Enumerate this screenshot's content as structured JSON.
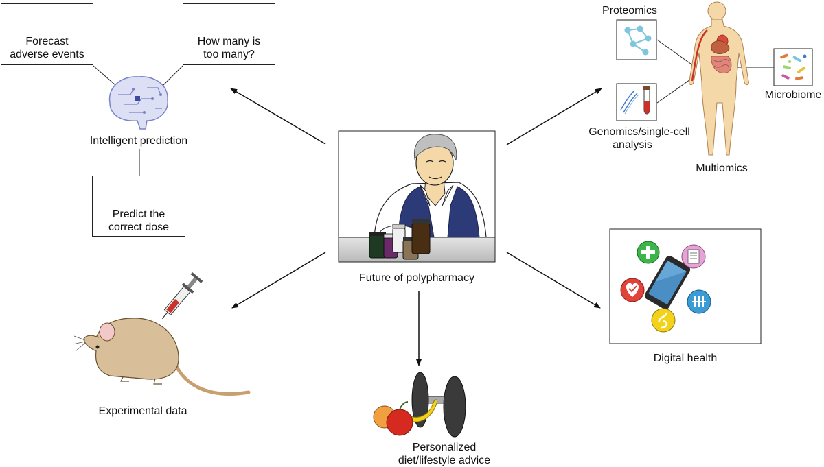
{
  "center": {
    "label": "Future of polypharmacy"
  },
  "prediction": {
    "label": "Intelligent prediction",
    "items": [
      {
        "line1": "Forecast",
        "line2": "adverse events"
      },
      {
        "line1": "How many is",
        "line2": "too many?"
      },
      {
        "line1": "Predict the",
        "line2": "correct dose"
      }
    ]
  },
  "multiomics": {
    "label": "Multiomics",
    "proteomics": "Proteomics",
    "genomics_line1": "Genomics/single-cell",
    "genomics_line2": "analysis",
    "microbiome": "Microbiome"
  },
  "digital_health": {
    "label": "Digital health"
  },
  "experimental": {
    "label": "Experimental data"
  },
  "lifestyle": {
    "line1": "Personalized",
    "line2": "diet/lifestyle advice"
  },
  "colors": {
    "skin": "#f5d8a8",
    "vest": "#2d3a78",
    "mouse": "#d8bf9a",
    "brain": "#7a82c8",
    "green_badge": "#3cb54a",
    "red_badge": "#e0433a",
    "pink_badge": "#e6a3d6",
    "yellow_badge": "#f4d21a",
    "blue_badge": "#3a9bd5"
  }
}
